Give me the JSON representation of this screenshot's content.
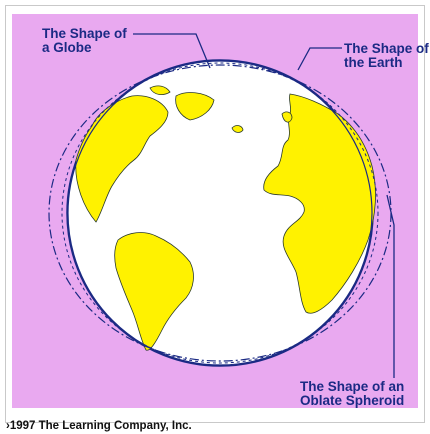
{
  "labels": {
    "globe": {
      "line1": "The Shape of",
      "line2": "a Globe"
    },
    "earth": {
      "line1": "The Shape of",
      "line2": "the Earth"
    },
    "oblate": {
      "line1": "The Shape of an",
      "line2": "Oblate Spheroid"
    }
  },
  "copyright": "›1997 The Learning Company, Inc.",
  "colors": {
    "background": "#e9a9f0",
    "land": "#fff200",
    "ocean": "#ffffff",
    "outline": "#1b2a84"
  }
}
